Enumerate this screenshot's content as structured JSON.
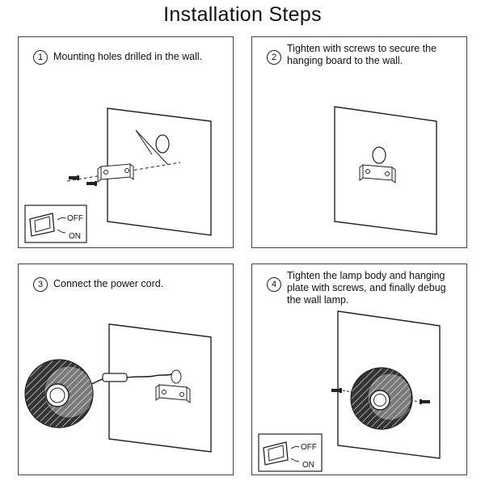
{
  "title": "Installation Steps",
  "steps": [
    {
      "number": "1",
      "text_lines": [
        "Mounting holes drilled in the wall."
      ]
    },
    {
      "number": "2",
      "text_lines": [
        "Tighten with screws to secure the",
        "hanging board to the wall."
      ]
    },
    {
      "number": "3",
      "text_lines": [
        "Connect the power cord."
      ]
    },
    {
      "number": "4",
      "text_lines": [
        "Tighten the lamp body and hanging",
        "plate with screws, and finally debug",
        "the wall lamp."
      ]
    }
  ],
  "switch": {
    "off_label": "OFF",
    "on_label": "ON"
  }
}
